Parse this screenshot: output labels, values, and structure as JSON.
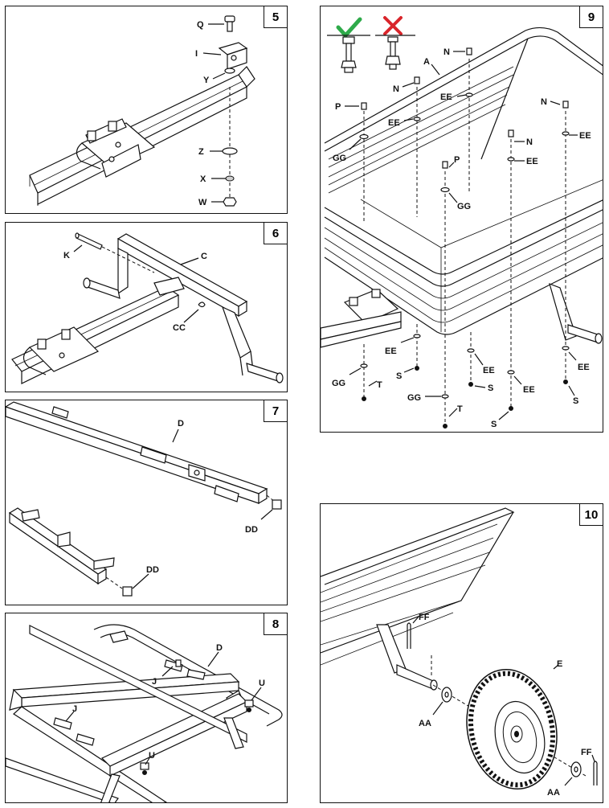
{
  "steps": {
    "s5": {
      "number": "5",
      "labels": {
        "Q": "Q",
        "I": "I",
        "Y": "Y",
        "Z": "Z",
        "X": "X",
        "W": "W"
      }
    },
    "s6": {
      "number": "6",
      "labels": {
        "K": "K",
        "C": "C",
        "CC": "CC"
      }
    },
    "s7": {
      "number": "7",
      "labels": {
        "D": "D",
        "DD1": "DD",
        "DD2": "DD"
      }
    },
    "s8": {
      "number": "8",
      "labels": {
        "D": "D",
        "J1": "J",
        "J2": "J",
        "U1": "U",
        "U2": "U"
      }
    },
    "s9": {
      "number": "9",
      "labels": {
        "N1": "N",
        "N2": "N",
        "N3": "N",
        "N4": "N",
        "A": "A",
        "EE1": "EE",
        "EE2": "EE",
        "EE3": "EE",
        "EE4": "EE",
        "EE5": "EE",
        "EE6": "EE",
        "EE7": "EE",
        "EE8": "EE",
        "P1": "P",
        "P2": "P",
        "GG1": "GG",
        "GG2": "GG",
        "GG3": "GG",
        "GG4": "GG",
        "S1": "S",
        "S2": "S",
        "S3": "S",
        "S4": "S",
        "T1": "T",
        "T2": "T"
      }
    },
    "s10": {
      "number": "10",
      "labels": {
        "FF1": "FF",
        "FF2": "FF",
        "E": "E",
        "AA1": "AA",
        "AA2": "AA"
      }
    }
  },
  "colors": {
    "check": "#2eaa4a",
    "cross": "#d9252b",
    "ink": "#111111"
  },
  "icons": {
    "check": "check-mark-icon",
    "cross": "cross-mark-icon"
  }
}
